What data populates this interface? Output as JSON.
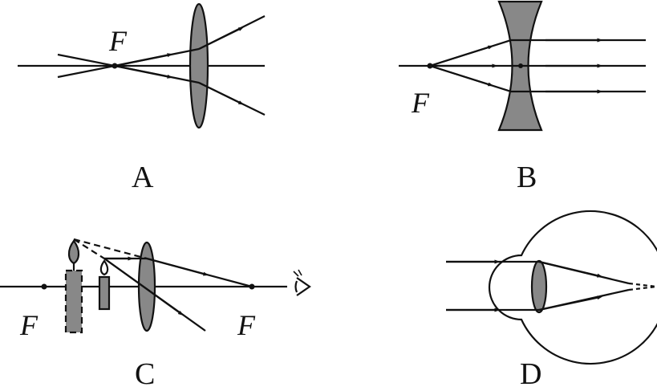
{
  "colors": {
    "ink": "#111111",
    "lens_fill": "#888888",
    "background": "#ffffff"
  },
  "panels": {
    "a": {
      "caption": "A",
      "focal_label": "F"
    },
    "b": {
      "caption": "B",
      "focal_label": "F"
    },
    "c": {
      "caption": "C",
      "focal_label_left": "F",
      "focal_label_right": "F"
    },
    "d": {
      "caption": "D"
    }
  }
}
